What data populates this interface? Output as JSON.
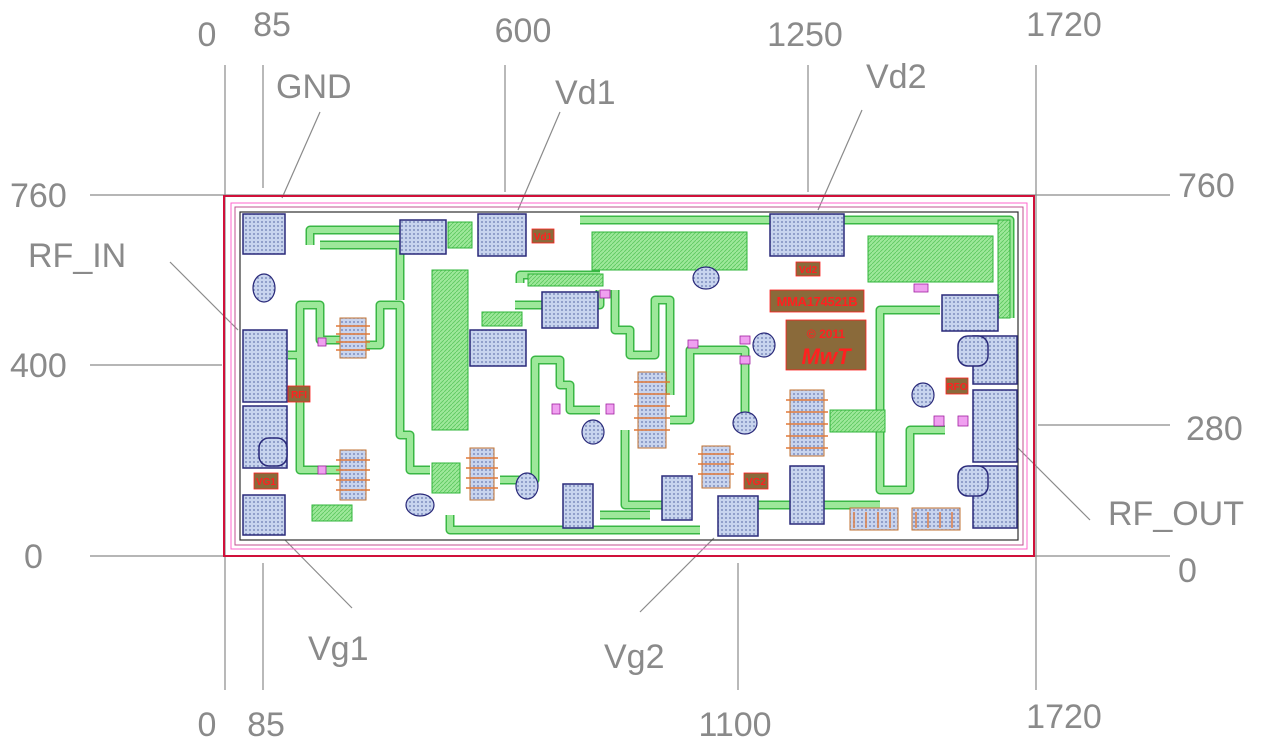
{
  "axis": {
    "top": [
      "0",
      "85",
      "600",
      "1250",
      "1720"
    ],
    "bottom": [
      "0",
      "85",
      "1100",
      "1720"
    ],
    "left": [
      "760",
      "400",
      "0"
    ],
    "right": [
      "760",
      "280",
      "0"
    ]
  },
  "pads": {
    "gnd": "GND",
    "vd1": "Vd1",
    "vd2": "Vd2",
    "rf_in": "RF_IN",
    "rf_out": "RF_OUT",
    "vg1": "Vg1",
    "vg2": "Vg2"
  },
  "chip": {
    "tag_vd1": "Vd1",
    "tag_vd2": "Vd2",
    "tag_rfi": "RFI",
    "tag_rfo": "RFO",
    "tag_vg1": "VG1",
    "tag_vg2": "VG2",
    "part_number": "MMA174521B",
    "copyright": "© 2011",
    "logo": "MwT"
  },
  "colors": {
    "outline": "#d0103a",
    "trace": "#9de89a",
    "trace_stroke": "#2fb43a",
    "pad_fill": "#c8d4ee",
    "pad_stroke": "#2a2a7a",
    "tag_fill": "#8a6a3a",
    "tag_text": "#ff2020",
    "leader": "#8a8a8a"
  }
}
